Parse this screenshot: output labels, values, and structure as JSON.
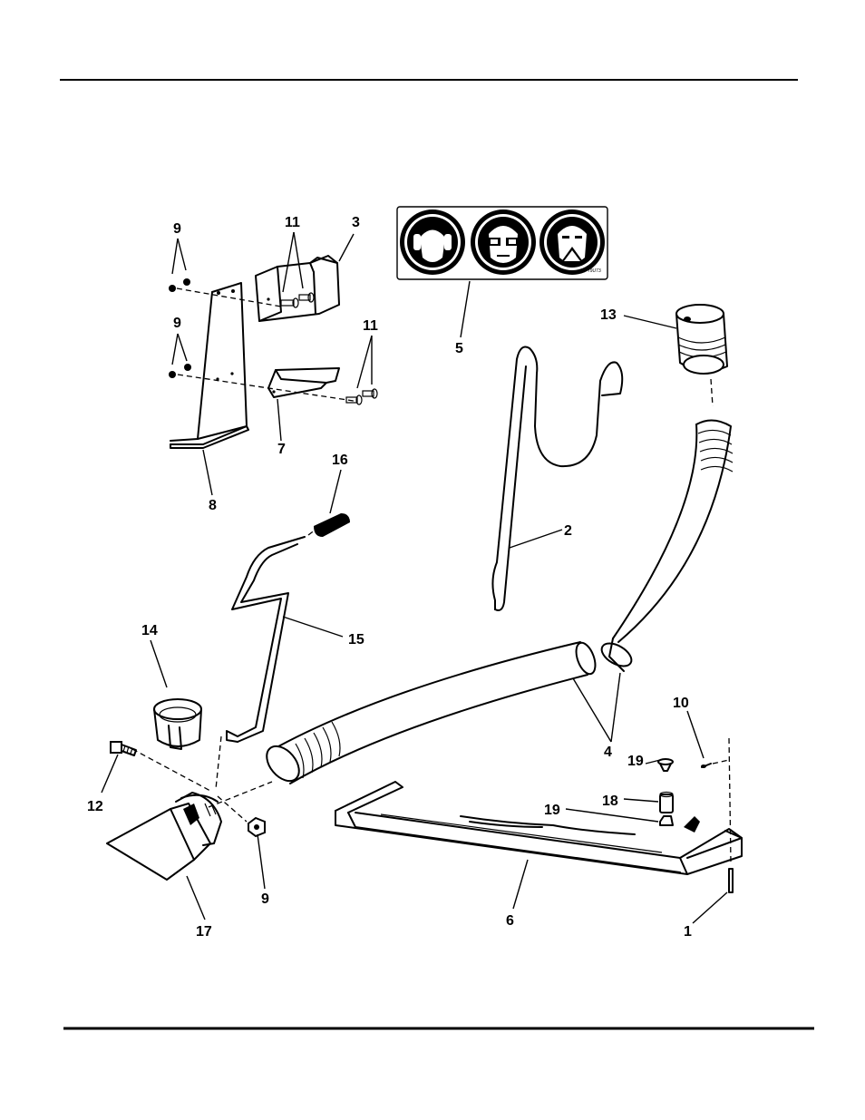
{
  "callouts": [
    {
      "id": "c9a",
      "text": "9"
    },
    {
      "id": "c11a",
      "text": "11"
    },
    {
      "id": "c3",
      "text": "3"
    },
    {
      "id": "c9b",
      "text": "9"
    },
    {
      "id": "c11b",
      "text": "11"
    },
    {
      "id": "c7",
      "text": "7"
    },
    {
      "id": "c8",
      "text": "8"
    },
    {
      "id": "c5",
      "text": "5"
    },
    {
      "id": "c13",
      "text": "13"
    },
    {
      "id": "c16",
      "text": "16"
    },
    {
      "id": "c2",
      "text": "2"
    },
    {
      "id": "c15",
      "text": "15"
    },
    {
      "id": "c14",
      "text": "14"
    },
    {
      "id": "c4",
      "text": "4"
    },
    {
      "id": "c10",
      "text": "10"
    },
    {
      "id": "c19a",
      "text": "19"
    },
    {
      "id": "c18",
      "text": "18"
    },
    {
      "id": "c19b",
      "text": "19"
    },
    {
      "id": "c12",
      "text": "12"
    },
    {
      "id": "c9c",
      "text": "9"
    },
    {
      "id": "c17",
      "text": "17"
    },
    {
      "id": "c6",
      "text": "6"
    },
    {
      "id": "c1",
      "text": "1"
    }
  ],
  "decal": {
    "part_code": "79U73"
  }
}
